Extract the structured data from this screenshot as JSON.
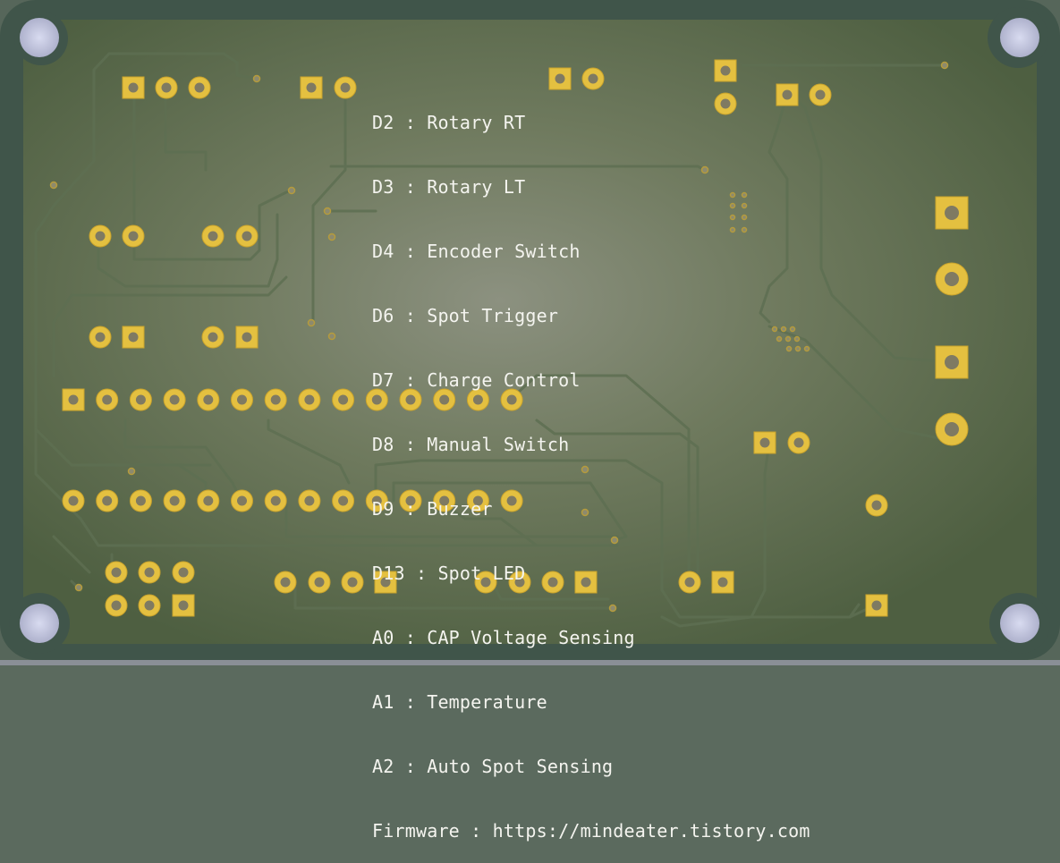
{
  "board": {
    "colors": {
      "outer_frame": "#56665a",
      "board_edge": "#3f5446",
      "solder_mask_center": "#8c9180",
      "solder_mask_edge": "#4e5f41",
      "trace": "#5e6f52",
      "pad_gold": "#e4c040",
      "drill": "#7f7a62",
      "mount_hole": "#c8cbe2",
      "silkscreen": "#f4f4ef"
    },
    "silkscreen_lines": [
      "D2 : Rotary RT",
      "D3 : Rotary LT",
      "D4 : Encoder Switch",
      "D6 : Spot Trigger",
      "D7 : Charge Control",
      "D8 : Manual Switch",
      "D9 : Buzzer",
      "D13 : Spot LED",
      "A0 : CAP Voltage Sensing",
      "A1 : Temperature",
      "A2 : Auto Spot Sensing",
      "Firmware : https://mindeater.tistory.com"
    ]
  }
}
